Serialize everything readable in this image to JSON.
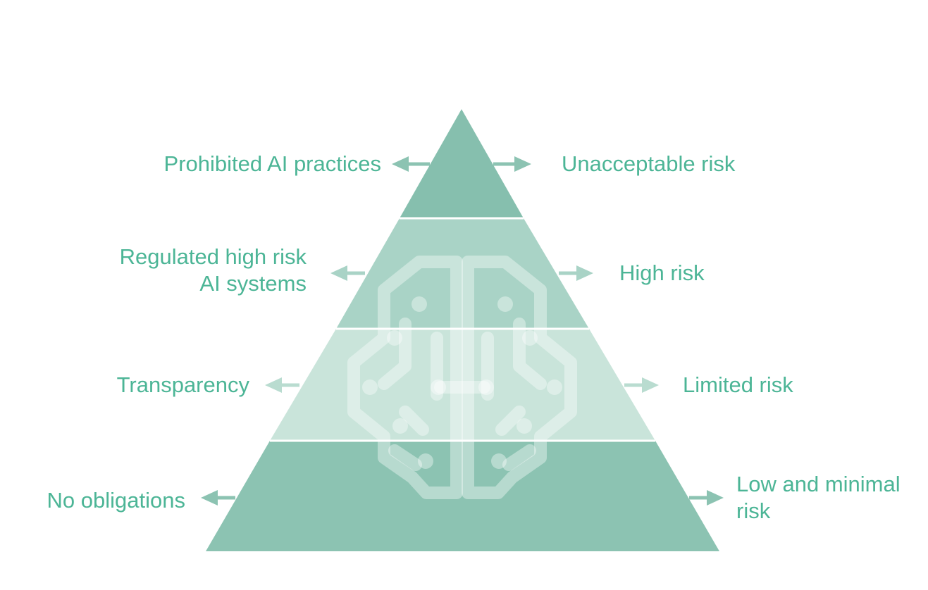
{
  "colors": {
    "text": "#4cb596",
    "tier_top": "#86bfae",
    "tier_high": "#a9d3c6",
    "tier_limited": "#c9e4da",
    "tier_bottom": "#8cc3b2",
    "divider": "#ffffff",
    "arrow_dark": "#8cc3b2",
    "arrow_light": "#b9dcd0"
  },
  "icons": {
    "brain": "brain-circuit-icon"
  },
  "tiers": [
    {
      "id": "unacceptable",
      "left_label": [
        "Prohibited AI practices"
      ],
      "right_label": [
        "Unacceptable risk"
      ]
    },
    {
      "id": "high",
      "left_label": [
        "Regulated high risk",
        "AI systems"
      ],
      "right_label": [
        "High risk"
      ]
    },
    {
      "id": "limited",
      "left_label": [
        "Transparency"
      ],
      "right_label": [
        "Limited risk"
      ]
    },
    {
      "id": "minimal",
      "left_label": [
        "No obligations"
      ],
      "right_label": [
        "Low and minimal",
        "risk"
      ]
    }
  ]
}
